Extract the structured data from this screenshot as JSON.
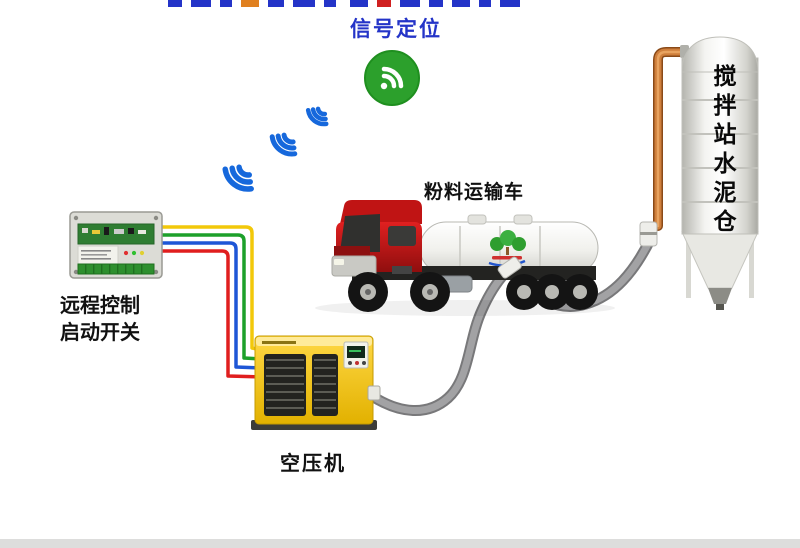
{
  "diagram": {
    "signal_label": "信号定位",
    "truck_label": "粉料运输车",
    "silo_label": "搅拌站水泥仓",
    "remote_label_line1": "远程控制",
    "remote_label_line2": "启动开关",
    "compressor_label": "空压机"
  },
  "icons": {
    "wifi_badge": "wifi-icon",
    "signal_waves": "wireless-signal-waves"
  },
  "colors": {
    "signal_label_blue": "#2434c8",
    "wifi_green": "#2ca02c",
    "wave_blue": "#1668dc",
    "truck_red": "#c81616",
    "tank_white": "#f2f2ee",
    "silo_white": "#f5f5f2",
    "pipe_copper": "#cf7f3c",
    "hose_gray": "#a2a2a4",
    "compressor_yellow": "#f5c81e",
    "wire_yellow": "#f2c80a",
    "wire_green": "#1da02a",
    "wire_blue": "#1e56d6",
    "wire_red": "#e01e1e"
  }
}
